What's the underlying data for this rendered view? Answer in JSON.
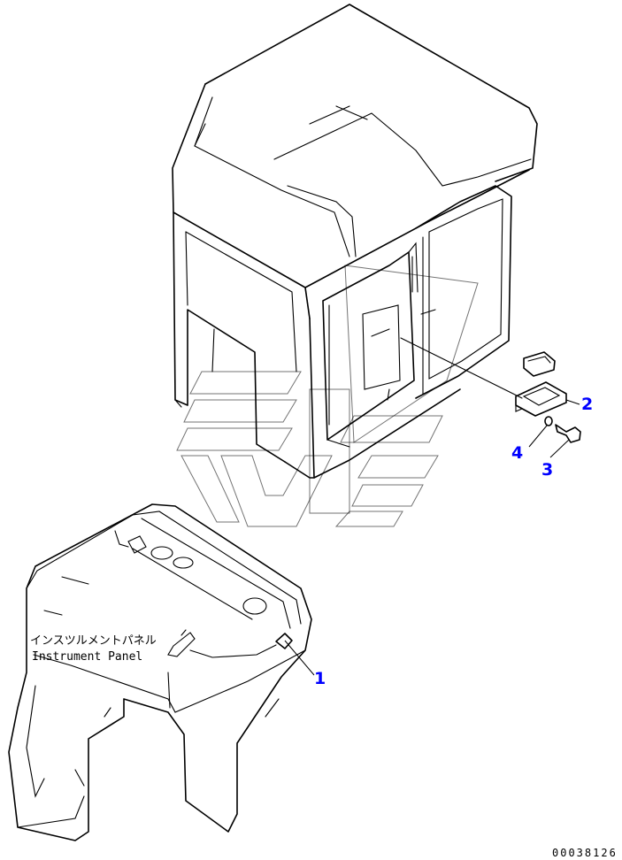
{
  "callouts": [
    {
      "num": "1",
      "part": "switch-with-wiring"
    },
    {
      "num": "2",
      "part": "bracket-with-cover"
    },
    {
      "num": "3",
      "part": "bolt"
    },
    {
      "num": "4",
      "part": "washer"
    }
  ],
  "labels": {
    "instrument_panel_jp": "インスツルメントパネル",
    "instrument_panel_en": "Instrument Panel"
  },
  "document_number": "00038126"
}
